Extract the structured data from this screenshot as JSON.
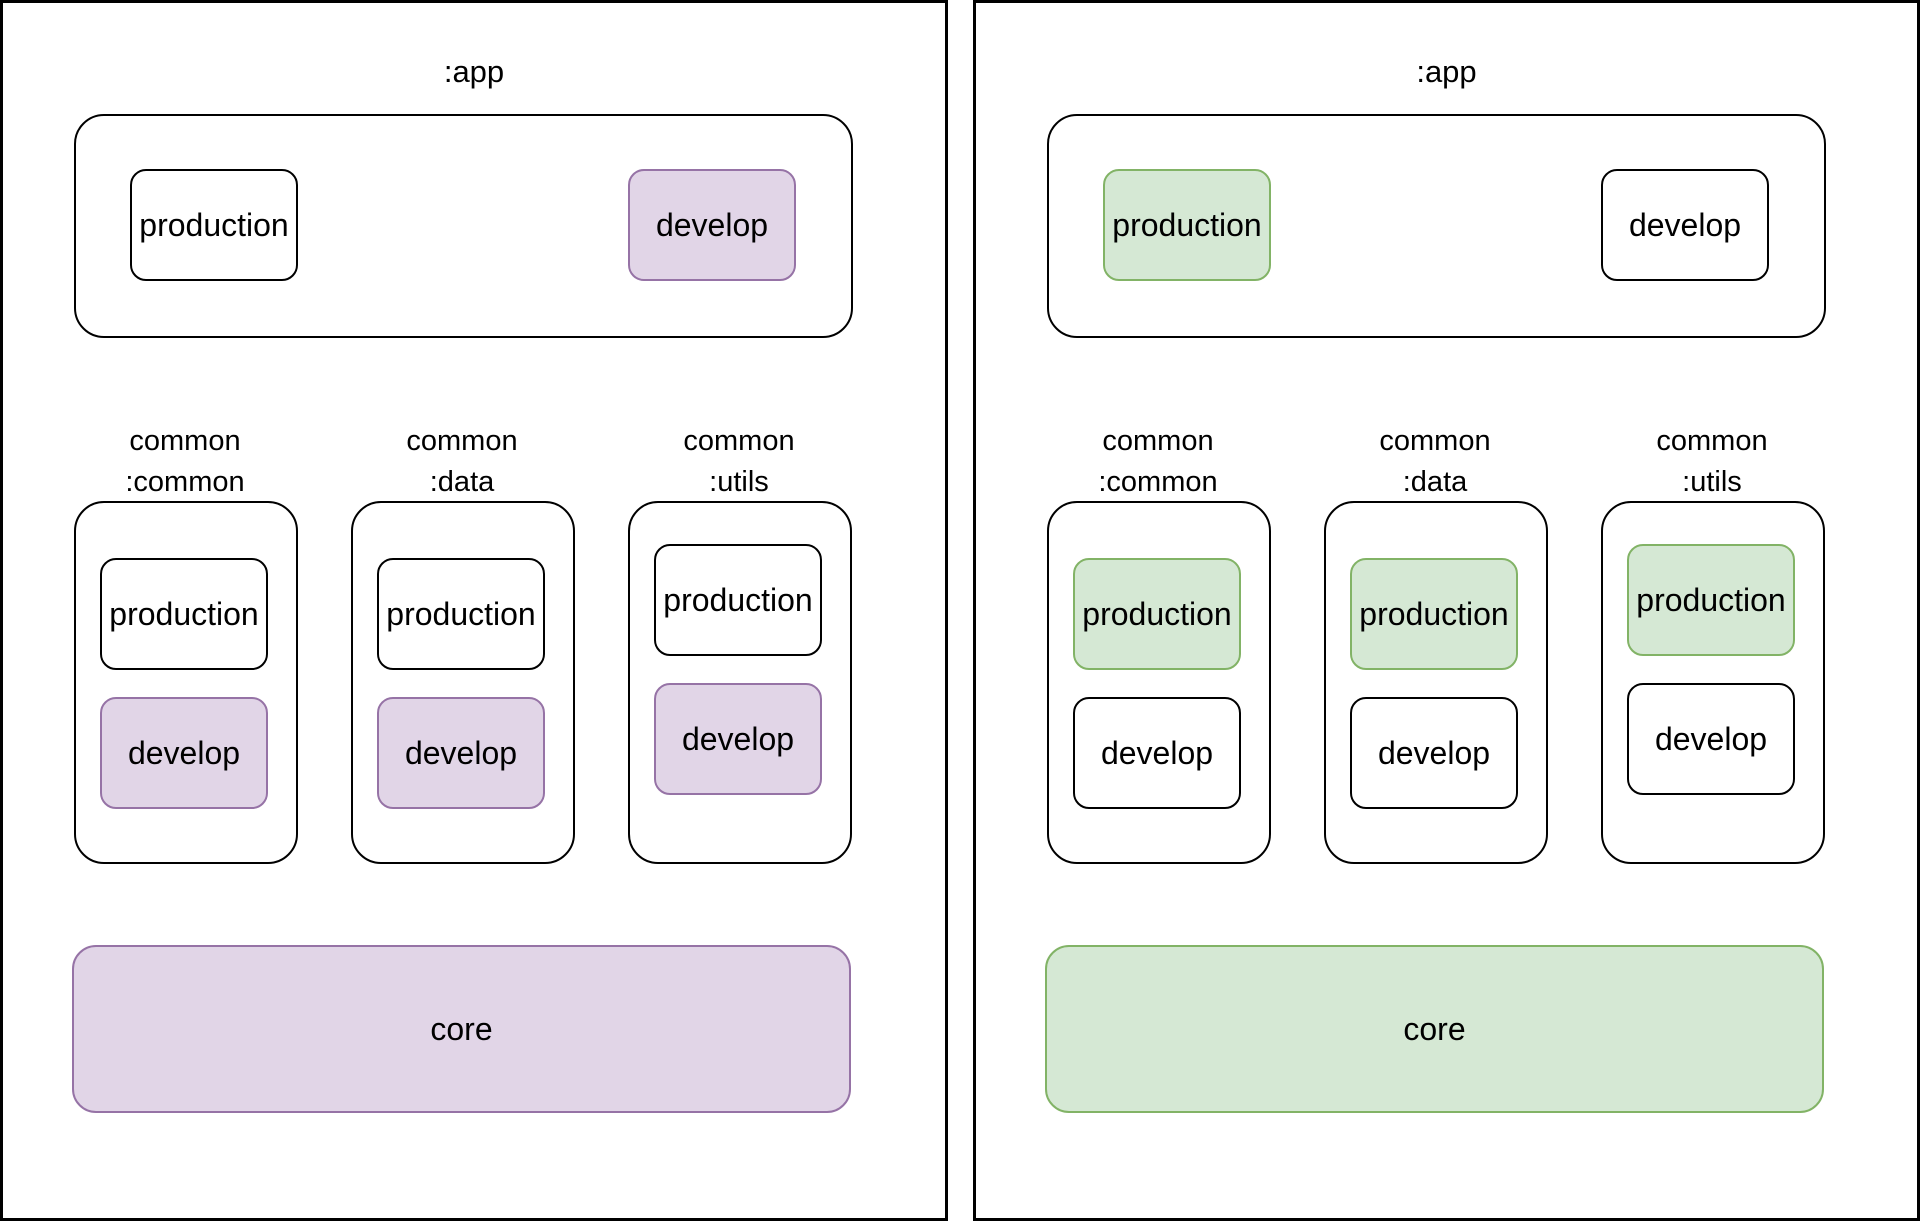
{
  "colors": {
    "develop_fill": "#e1d5e7",
    "develop_stroke": "#9673a6",
    "production_fill": "#d5e8d4",
    "production_stroke": "#82b366"
  },
  "panels": [
    {
      "app_label": ":app",
      "app_flavors": {
        "production": "production",
        "develop": "develop"
      },
      "modules": [
        {
          "line1": "common",
          "line2": ":common",
          "production": "production",
          "develop": "develop"
        },
        {
          "line1": "common",
          "line2": ":data",
          "production": "production",
          "develop": "develop"
        },
        {
          "line1": "common",
          "line2": ":utils",
          "production": "production",
          "develop": "develop"
        }
      ],
      "core": "core"
    },
    {
      "app_label": ":app",
      "app_flavors": {
        "production": "production",
        "develop": "develop"
      },
      "modules": [
        {
          "line1": "common",
          "line2": ":common",
          "production": "production",
          "develop": "develop"
        },
        {
          "line1": "common",
          "line2": ":data",
          "production": "production",
          "develop": "develop"
        },
        {
          "line1": "common",
          "line2": ":utils",
          "production": "production",
          "develop": "develop"
        }
      ],
      "core": "core"
    }
  ]
}
